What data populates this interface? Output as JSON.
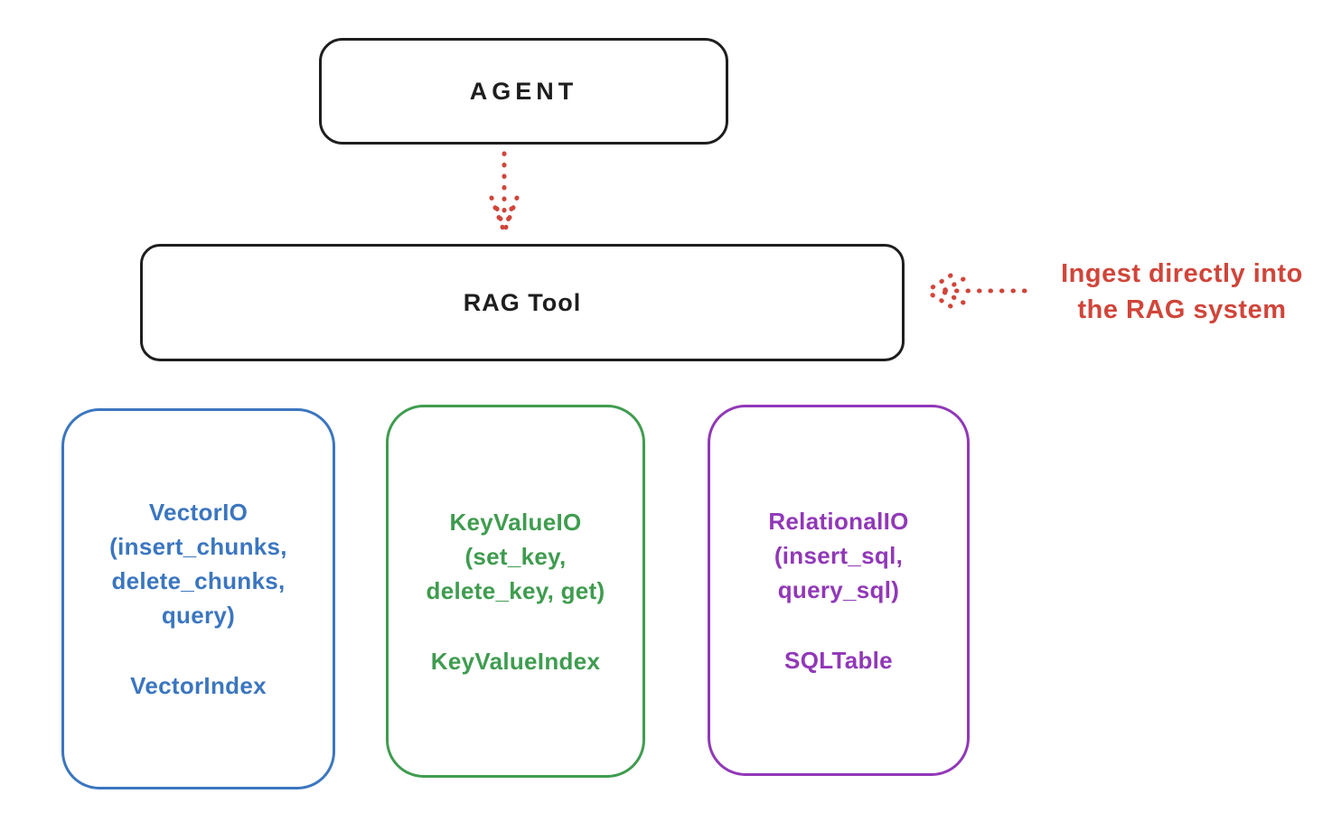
{
  "colors": {
    "ink": "#1e1e1e",
    "red": "#d0453a",
    "blue": "#3b76c0",
    "green": "#3f9c4f",
    "purple": "#9138b8",
    "background": "#ffffff"
  },
  "nodes": {
    "agent": {
      "label": "AGENT"
    },
    "rag_tool": {
      "label": "RAG Tool"
    }
  },
  "annotation": {
    "line1": "Ingest directly into",
    "line2": "the RAG system"
  },
  "components": [
    {
      "name": "vector-io",
      "color": "#3b76c0",
      "api_lines": [
        "VectorIO",
        "(insert_chunks,",
        "delete_chunks,",
        "query)"
      ],
      "index_label": "VectorIndex"
    },
    {
      "name": "keyvalue-io",
      "color": "#3f9c4f",
      "api_lines": [
        "KeyValueIO",
        "(set_key,",
        "delete_key, get)"
      ],
      "index_label": "KeyValueIndex"
    },
    {
      "name": "relational-io",
      "color": "#9138b8",
      "api_lines": [
        "RelationalIO",
        "(insert_sql,",
        "query_sql)"
      ],
      "index_label": "SQLTable"
    }
  ]
}
